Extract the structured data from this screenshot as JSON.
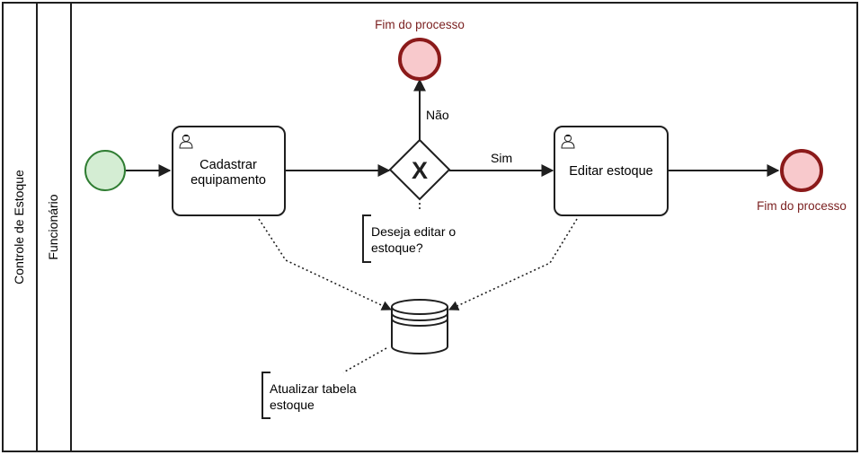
{
  "pool": {
    "label": "Controle de Estoque"
  },
  "lane": {
    "label": "Funcionário"
  },
  "tasks": {
    "cadastrar": {
      "line1": "Cadastrar",
      "line2": "equipamento"
    },
    "editar": {
      "label": "Editar estoque"
    }
  },
  "gateway": {
    "symbol": "X",
    "yes_label": "Sim",
    "no_label": "Não"
  },
  "end_events": {
    "top": {
      "label": "Fim do processo"
    },
    "right": {
      "label": "Fim do processo"
    }
  },
  "annotations": {
    "question": {
      "line1": "Deseja editar o",
      "line2": "estoque?"
    },
    "datastore": {
      "line1": "Atualizar tabela",
      "line2": "estoque"
    }
  },
  "colors": {
    "stroke": "#1f1f1f",
    "start_fill": "#d4edd3",
    "start_stroke": "#2f7d32",
    "end_fill": "#f8c9cc",
    "end_stroke": "#8b1a1a",
    "end_label": "#7a1f1f"
  }
}
